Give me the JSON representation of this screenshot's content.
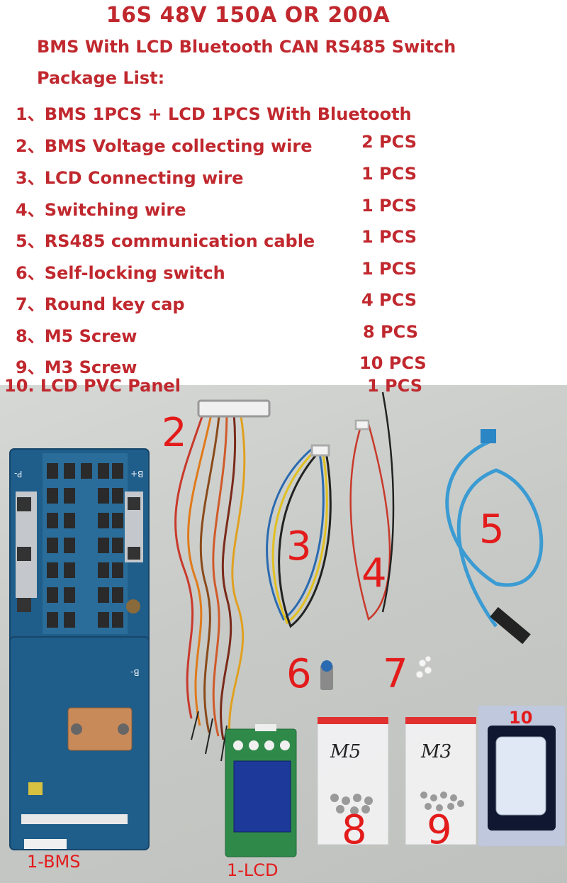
{
  "header": {
    "title": "16S 48V 150A OR 200A",
    "subtitle": "BMS With LCD Bluetooth CAN RS485 Switch",
    "package_heading": "Package List:"
  },
  "items": [
    {
      "label": "1、BMS 1PCS + LCD 1PCS With Bluetooth",
      "qty": ""
    },
    {
      "label": "2、BMS Voltage collecting wire",
      "qty": "2  PCS"
    },
    {
      "label": "3、LCD Connecting wire",
      "qty": "1  PCS"
    },
    {
      "label": "4、Switching wire",
      "qty": "1  PCS"
    },
    {
      "label": "5、RS485 communication cable",
      "qty": "1  PCS"
    },
    {
      "label": "6、Self-locking switch",
      "qty": "1  PCS"
    },
    {
      "label": "7、Round key cap",
      "qty": "4  PCS"
    },
    {
      "label": "8、M5 Screw",
      "qty": "8  PCS"
    },
    {
      "label": "9、M3 Screw",
      "qty": "10 PCS"
    },
    {
      "label": "10. LCD PVC Panel",
      "qty": "1 PCS"
    }
  ],
  "photo_labels": {
    "n2": "2",
    "n3": "3",
    "n4": "4",
    "n5": "5",
    "n6": "6",
    "n7": "7",
    "n8": "8",
    "n9": "9",
    "n10": "10",
    "bms": "1-BMS",
    "lcd": "1-LCD",
    "bag_m5": "M5",
    "bag_m3": "M3",
    "board_p": "P-",
    "board_b": "B+",
    "board_b2": "B-"
  },
  "colors": {
    "text_red": "#c0282e",
    "label_red": "#e31b1b",
    "pcb_blue": "#1f5d8a",
    "cable_blue": "#3b9bd3"
  }
}
